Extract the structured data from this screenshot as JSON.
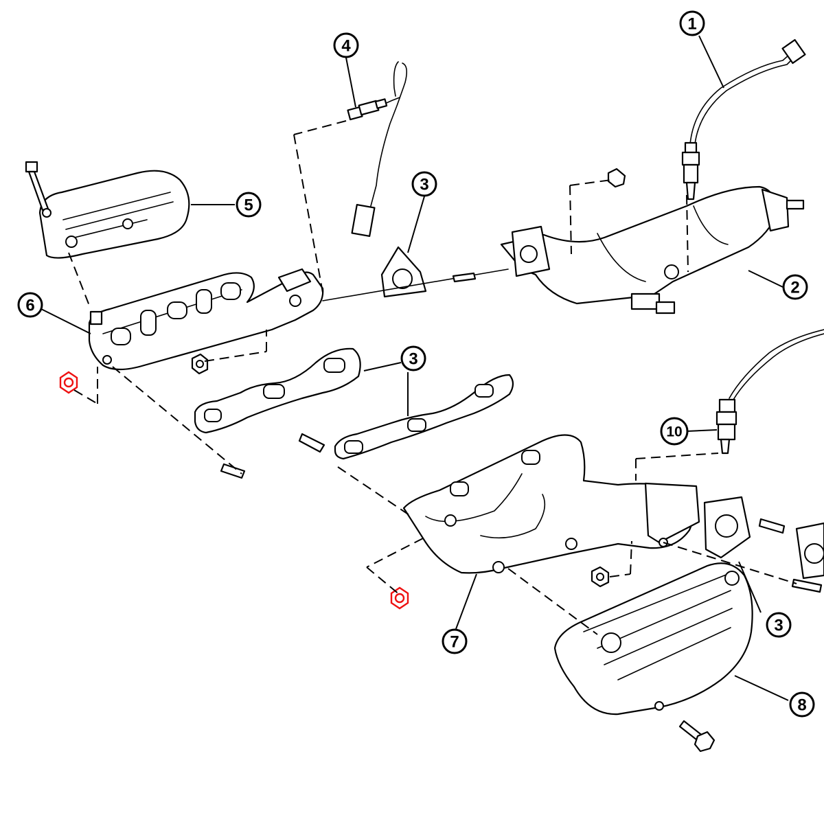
{
  "diagram": {
    "title": "",
    "callouts": [
      {
        "id": "c1",
        "label": "1"
      },
      {
        "id": "c2",
        "label": "2"
      },
      {
        "id": "c3a",
        "label": "3"
      },
      {
        "id": "c3b",
        "label": "3"
      },
      {
        "id": "c3c",
        "label": "3"
      },
      {
        "id": "c4",
        "label": "4"
      },
      {
        "id": "c5",
        "label": "5"
      },
      {
        "id": "c6",
        "label": "6"
      },
      {
        "id": "c7",
        "label": "7"
      },
      {
        "id": "c8",
        "label": "8"
      },
      {
        "id": "c10",
        "label": "10"
      }
    ],
    "highlight_color": "#ee1111"
  }
}
